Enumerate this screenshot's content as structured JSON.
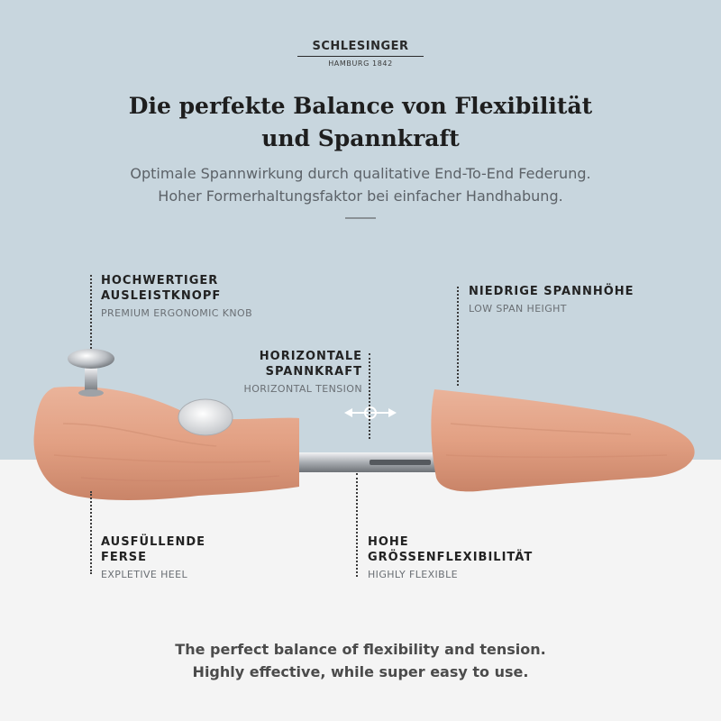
{
  "colors": {
    "background_top": "#c8d6de",
    "background_bottom": "#f4f4f4",
    "text_dark": "#222222",
    "text_muted": "#6a6f74",
    "wood": "#e4a488",
    "wood_dark": "#c97f64",
    "metal": "#c9ccd0"
  },
  "brand": {
    "name": "SCHLESINGER",
    "sub": "HAMBURG 1842"
  },
  "headline": {
    "line1": "Die perfekte Balance von Flexibilität",
    "line2": "und Spannkraft"
  },
  "subheadline": {
    "line1": "Optimale Spannwirkung durch qualitative End-To-End Federung.",
    "line2": "Hoher Formerhaltungsfaktor bei einfacher Handhabung."
  },
  "features": {
    "knob": {
      "title_line1": "HOCHWERTIGER",
      "title_line2": "AUSLEISTKNOPF",
      "subtitle": "PREMIUM ERGONOMIC KNOB"
    },
    "span_height": {
      "title": "NIEDRIGE SPANNHÖHE",
      "subtitle": "LOW SPAN HEIGHT"
    },
    "tension": {
      "title_line1": "HORIZONTALE",
      "title_line2": "SPANNKRAFT",
      "subtitle": "HORIZONTAL TENSION"
    },
    "heel": {
      "title_line1": "AUSFÜLLENDE",
      "title_line2": "FERSE",
      "subtitle": "EXPLETIVE HEEL"
    },
    "flexible": {
      "title_line1": "HOHE",
      "title_line2": "GRÖSSENFLEXIBILITÄT",
      "subtitle": "HIGHLY FLEXIBLE"
    }
  },
  "footer": {
    "line1": "The perfect balance of flexibility and tension.",
    "line2": "Highly effective, while super easy to use."
  },
  "icons": {
    "brand_logo": "schlesinger-wordmark",
    "tension_indicator": "double-arrow-icon",
    "knob": "metal-knob",
    "product": "cedar-shoe-tree"
  }
}
